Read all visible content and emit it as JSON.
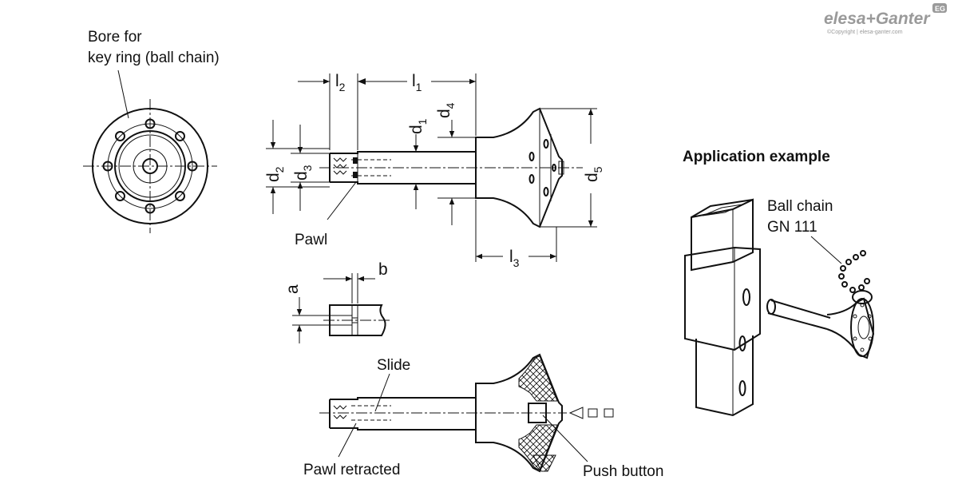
{
  "logo": {
    "brand": "elesa+Ganter",
    "badge": "EG",
    "copyright": "©Copyright | elesa-ganter.com"
  },
  "labels": {
    "bore_line1": "Bore for",
    "bore_line2": "key ring (ball chain)",
    "pawl": "Pawl",
    "slide": "Slide",
    "pawl_retracted": "Pawl retracted",
    "push_button": "Push button",
    "application_example": "Application example",
    "ball_chain_line1": "Ball chain",
    "ball_chain_line2": "GN 111"
  },
  "dimensions": {
    "l2": {
      "main": "l",
      "sub": "2"
    },
    "l1": {
      "main": "l",
      "sub": "1"
    },
    "l3": {
      "main": "l",
      "sub": "3"
    },
    "d1": {
      "main": "d",
      "sub": "1"
    },
    "d2": {
      "main": "d",
      "sub": "2"
    },
    "d3": {
      "main": "d",
      "sub": "3"
    },
    "d4": {
      "main": "d",
      "sub": "4"
    },
    "d5": {
      "main": "d",
      "sub": "5"
    },
    "a": "a",
    "b": "b"
  }
}
